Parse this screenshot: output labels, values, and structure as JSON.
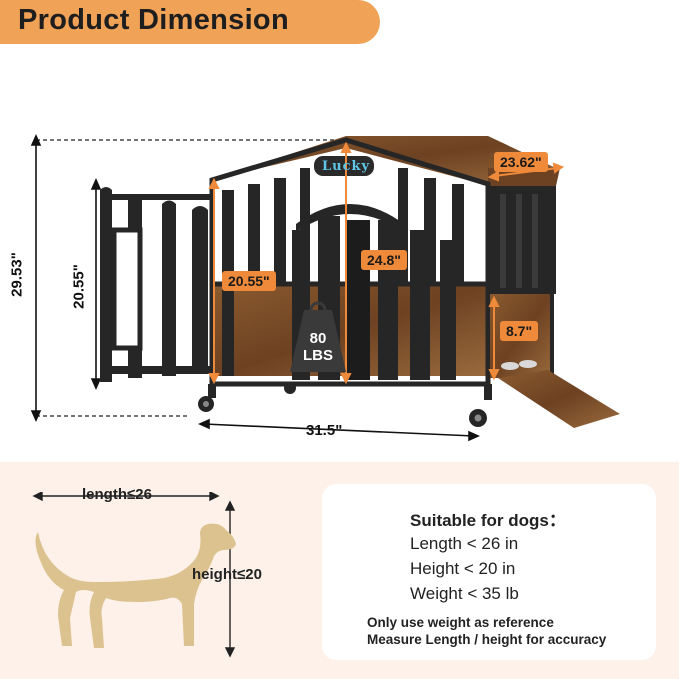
{
  "title": "Product Dimension",
  "product": {
    "sign_text": "Lucky",
    "weight_value": "80",
    "weight_unit": "LBS",
    "dimensions": {
      "total_height": "29.53\"",
      "door_height": "20.55\"",
      "inner_door_height": "20.55\"",
      "inner_height": "24.8\"",
      "depth": "23.62\"",
      "tray_height": "8.7\"",
      "width": "31.5\""
    },
    "colors": {
      "frame": "#262626",
      "wood": "#7a4a26",
      "accent": "#ee8a3a"
    }
  },
  "dog": {
    "length_label": "length≤26",
    "height_label": "height≤20",
    "silhouette_color": "#dcc28e"
  },
  "info": {
    "heading": "Suitable for dogs：",
    "lines": [
      "Length < 26 in",
      "Height < 20 in",
      "Weight < 35 lb"
    ],
    "notes": [
      "Only use weight as reference",
      "Measure Length / height for accuracy"
    ]
  }
}
